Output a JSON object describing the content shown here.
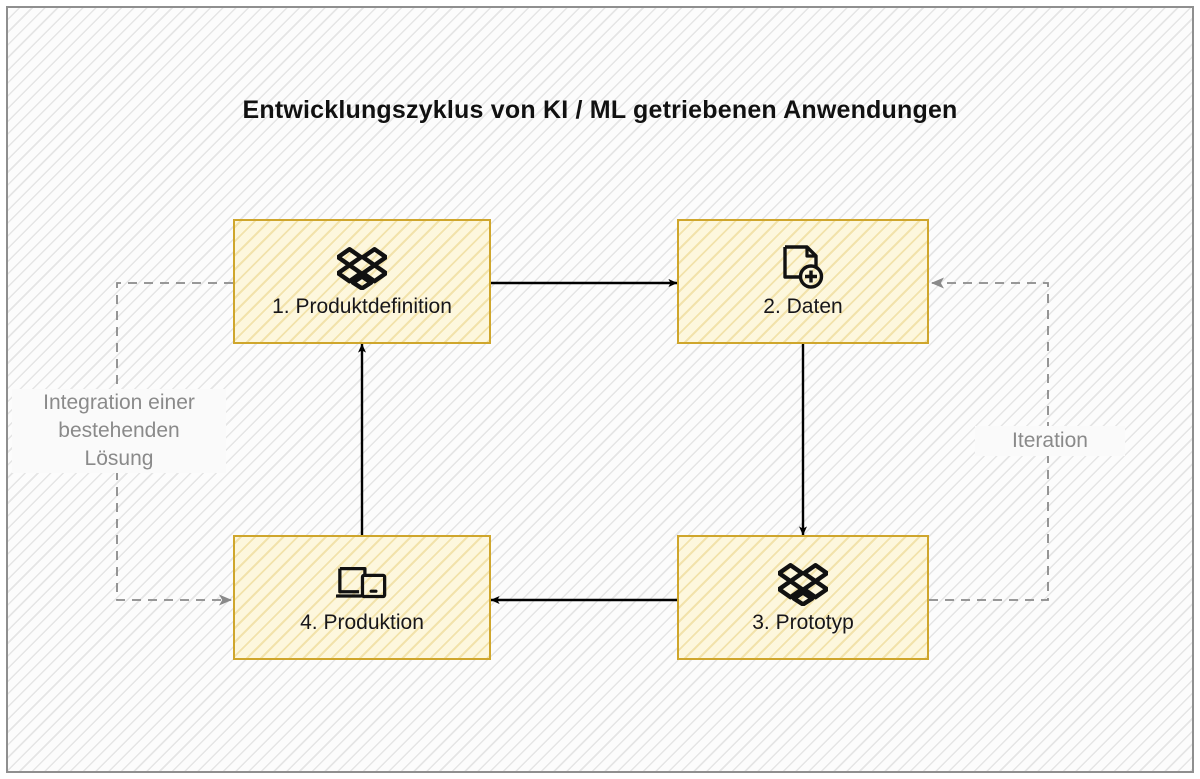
{
  "diagram": {
    "title": "Entwicklungszyklus von KI / ML getriebenen Anwendungen",
    "nodes": [
      {
        "id": "node-1",
        "label": "1. Produktdefinition",
        "icon": "stacked-diamonds-icon"
      },
      {
        "id": "node-2",
        "label": "2. Daten",
        "icon": "document-add-icon"
      },
      {
        "id": "node-3",
        "label": "3. Prototyp",
        "icon": "stacked-diamonds-icon"
      },
      {
        "id": "node-4",
        "label": "4. Produktion",
        "icon": "devices-laptop-tablet-icon"
      }
    ],
    "edge_labels": {
      "integration": "Integration einer bestehenden Lösung",
      "integration_line_1": "Integration einer",
      "integration_line_2": "bestehenden",
      "integration_line_3": "Lösung",
      "iteration": "Iteration"
    },
    "edges": [
      {
        "from": "1. Produktdefinition",
        "to": "2. Daten",
        "style": "solid",
        "color": "#000000"
      },
      {
        "from": "2. Daten",
        "to": "3. Prototyp",
        "style": "solid",
        "color": "#000000"
      },
      {
        "from": "3. Prototyp",
        "to": "4. Produktion",
        "style": "solid",
        "color": "#000000"
      },
      {
        "from": "4. Produktion",
        "to": "1. Produktdefinition",
        "style": "solid",
        "color": "#000000"
      },
      {
        "from": "3. Prototyp",
        "to": "2. Daten",
        "style": "dashed",
        "color": "#8a8a8a",
        "label": "Iteration"
      },
      {
        "from": "1. Produktdefinition",
        "to": "4. Produktion",
        "style": "dashed",
        "color": "#8a8a8a",
        "label": "Integration einer bestehenden Lösung"
      }
    ],
    "colors": {
      "node_border": "#cfa62c",
      "node_fill": "#fdf7dd",
      "solid_edge": "#000000",
      "dashed_edge": "#8a8a8a",
      "frame_border": "#8f8f8f",
      "title_text": "#111111",
      "label_text": "#8a8a8a"
    }
  }
}
